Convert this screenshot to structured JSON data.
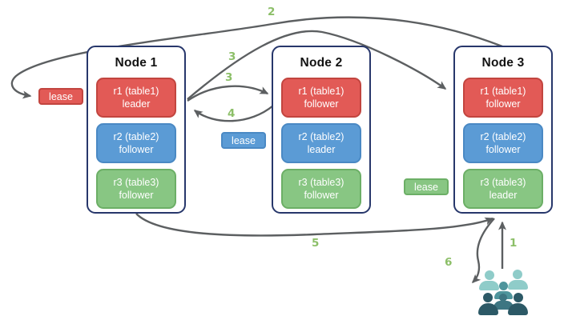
{
  "diagram": {
    "nodes": [
      {
        "title": "Node 1",
        "replicas": [
          {
            "range": "r1 (table1)",
            "role": "leader",
            "color": "red"
          },
          {
            "range": "r2 (table2)",
            "role": "follower",
            "color": "blue"
          },
          {
            "range": "r3 (table3)",
            "role": "follower",
            "color": "green"
          }
        ]
      },
      {
        "title": "Node 2",
        "replicas": [
          {
            "range": "r1 (table1)",
            "role": "follower",
            "color": "red"
          },
          {
            "range": "r2 (table2)",
            "role": "leader",
            "color": "blue"
          },
          {
            "range": "r3 (table3)",
            "role": "follower",
            "color": "green"
          }
        ]
      },
      {
        "title": "Node 3",
        "replicas": [
          {
            "range": "r1 (table1)",
            "role": "follower",
            "color": "red"
          },
          {
            "range": "r2 (table2)",
            "role": "follower",
            "color": "blue"
          },
          {
            "range": "r3 (table3)",
            "role": "leader",
            "color": "green"
          }
        ]
      }
    ],
    "leases": [
      {
        "label": "lease",
        "color": "red"
      },
      {
        "label": "lease",
        "color": "blue"
      },
      {
        "label": "lease",
        "color": "green"
      }
    ],
    "steps": {
      "s1": "1",
      "s2": "2",
      "s3a": "3",
      "s3b": "3",
      "s4": "4",
      "s5": "5",
      "s6": "6"
    },
    "icons": {
      "clients": "users-group-icon"
    },
    "colors": {
      "replica_red": "#e25a56",
      "replica_red_border": "#c2453f",
      "replica_blue": "#5b9bd5",
      "replica_blue_border": "#4a89c4",
      "replica_green": "#88c683",
      "replica_green_border": "#6caf66",
      "node_border": "#27376b",
      "arrow": "#5c5f61",
      "step_label": "#8cbf68",
      "clients_light": "#8fccc9",
      "clients_medium": "#4e959c",
      "clients_dark": "#2c5966"
    }
  }
}
